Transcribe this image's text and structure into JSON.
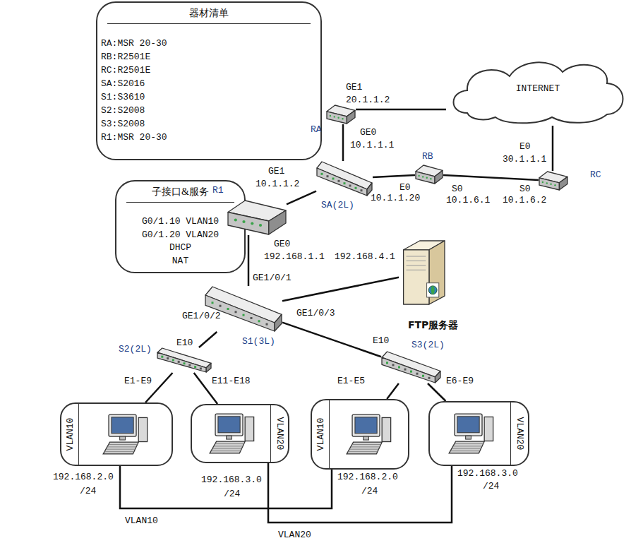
{
  "diagram": {
    "nodes": [
      {
        "text": [
          "器材清单",
          "RA:MSR 20-30",
          "RB:R2501E",
          "RC:R2501E",
          "SA:S2016",
          "S1:S3610",
          "S2:S2008",
          "S3:S2008",
          "R1:MSR 20-30"
        ]
      },
      {
        "text": [
          "子接口&服务",
          "G0/1.10 VLAN10",
          "G0/1.20 VLAN20",
          "DHCP",
          "NAT"
        ]
      },
      {
        "text": [
          "RA"
        ]
      },
      {
        "text": [
          "INTERNET"
        ]
      },
      {
        "text": [
          "SA(2L)"
        ]
      },
      {
        "text": [
          "RB"
        ]
      },
      {
        "text": [
          "RC"
        ]
      },
      {
        "text": [
          "R1"
        ]
      },
      {
        "text": [
          "FTP服务器"
        ]
      },
      {
        "text": [
          "S1(3L)"
        ]
      },
      {
        "text": [
          "S2(2L)"
        ]
      },
      {
        "text": [
          "S3(2L)"
        ]
      },
      {
        "text": [
          "VLAN10"
        ]
      },
      {
        "text": [
          "VLAN20"
        ]
      },
      {
        "text": [
          "VLAN10"
        ]
      },
      {
        "text": [
          "VLAN20"
        ]
      }
    ],
    "edges": [
      {
        "from": 2,
        "to": 3,
        "arrow": "none"
      },
      {
        "from": 6,
        "to": 3,
        "arrow": "none"
      },
      {
        "from": 2,
        "to": 4,
        "arrow": "none"
      },
      {
        "from": 4,
        "to": 5,
        "arrow": "none"
      },
      {
        "from": 5,
        "to": 6,
        "arrow": "none"
      },
      {
        "from": 4,
        "to": 7,
        "arrow": "none"
      },
      {
        "from": 7,
        "to": 9,
        "arrow": "none"
      },
      {
        "from": 9,
        "to": 8,
        "arrow": "none"
      },
      {
        "from": 9,
        "to": 10,
        "arrow": "none"
      },
      {
        "from": 9,
        "to": 11,
        "arrow": "none"
      },
      {
        "from": 10,
        "to": 12,
        "arrow": "none"
      },
      {
        "from": 10,
        "to": 13,
        "arrow": "none"
      },
      {
        "from": 11,
        "to": 14,
        "arrow": "none"
      },
      {
        "from": 11,
        "to": 15,
        "arrow": "none"
      },
      {
        "from": 12,
        "to": 14,
        "label": "VLAN10",
        "arrow": "none"
      },
      {
        "from": 13,
        "to": 15,
        "label": "VLAN20",
        "arrow": "none"
      }
    ],
    "labels": [
      "GE1",
      "20.1.1.2",
      "GE0",
      "10.1.1.1",
      "E0",
      "30.1.1.1",
      "E0",
      "S0",
      "S0",
      "10.1.1.20",
      "10.1.6.1",
      "10.1.6.2",
      "GE1",
      "10.1.1.2",
      "GE0",
      "192.168.1.1",
      "192.168.4.1",
      "GE1/0/1",
      "GE1/0/2",
      "GE1/0/3",
      "E10",
      "E10",
      "E1-E9",
      "E11-E18",
      "E1-E5",
      "E6-E9",
      "192.168.2.0",
      "/24",
      "192.168.3.0",
      "/24",
      "192.168.2.0",
      "/24",
      "192.168.3.0",
      "/24"
    ]
  }
}
